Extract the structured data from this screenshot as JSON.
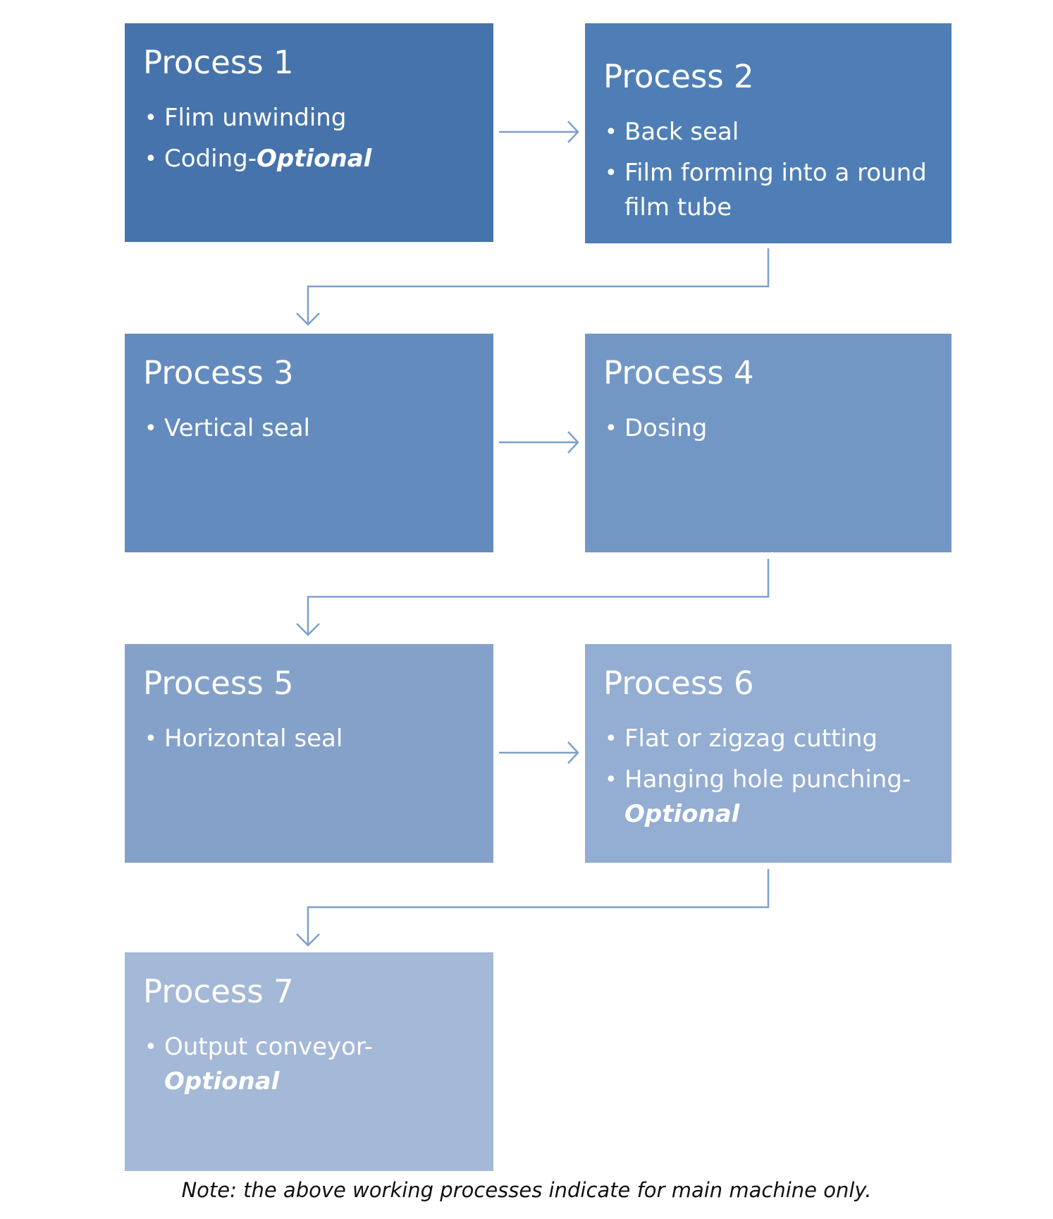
{
  "processes": [
    {
      "title": "Process 1",
      "items": [
        {
          "text": "Flim unwinding",
          "optional": ""
        },
        {
          "text": "Coding-",
          "optional": "Optional"
        }
      ]
    },
    {
      "title": "Process 2",
      "items": [
        {
          "text": "Back seal",
          "optional": ""
        },
        {
          "text": "Film forming into a round film tube",
          "optional": ""
        }
      ]
    },
    {
      "title": "Process 3",
      "items": [
        {
          "text": "Vertical seal",
          "optional": ""
        }
      ]
    },
    {
      "title": "Process 4",
      "items": [
        {
          "text": "Dosing",
          "optional": ""
        }
      ]
    },
    {
      "title": "Process 5",
      "items": [
        {
          "text": "Horizontal seal",
          "optional": ""
        }
      ]
    },
    {
      "title": "Process 6",
      "items": [
        {
          "text": "Flat or zigzag cutting",
          "optional": ""
        },
        {
          "text": "Hanging hole punching-",
          "optional": "Optional"
        }
      ]
    },
    {
      "title": "Process 7",
      "items": [
        {
          "text": "Output conveyor-",
          "optional": "Optional"
        }
      ]
    }
  ],
  "note": "Note: the above working processes indicate for main machine only.",
  "colors": {
    "process_1": "#4673ac",
    "process_2": "#4f7eb6",
    "process_3": "#648bbe",
    "process_4": "#7397c5",
    "process_5": "#84a1c9",
    "process_6": "#93add3",
    "process_7": "#a4b8d8",
    "connector": "#7d9fcd",
    "text": "#ffffff"
  }
}
